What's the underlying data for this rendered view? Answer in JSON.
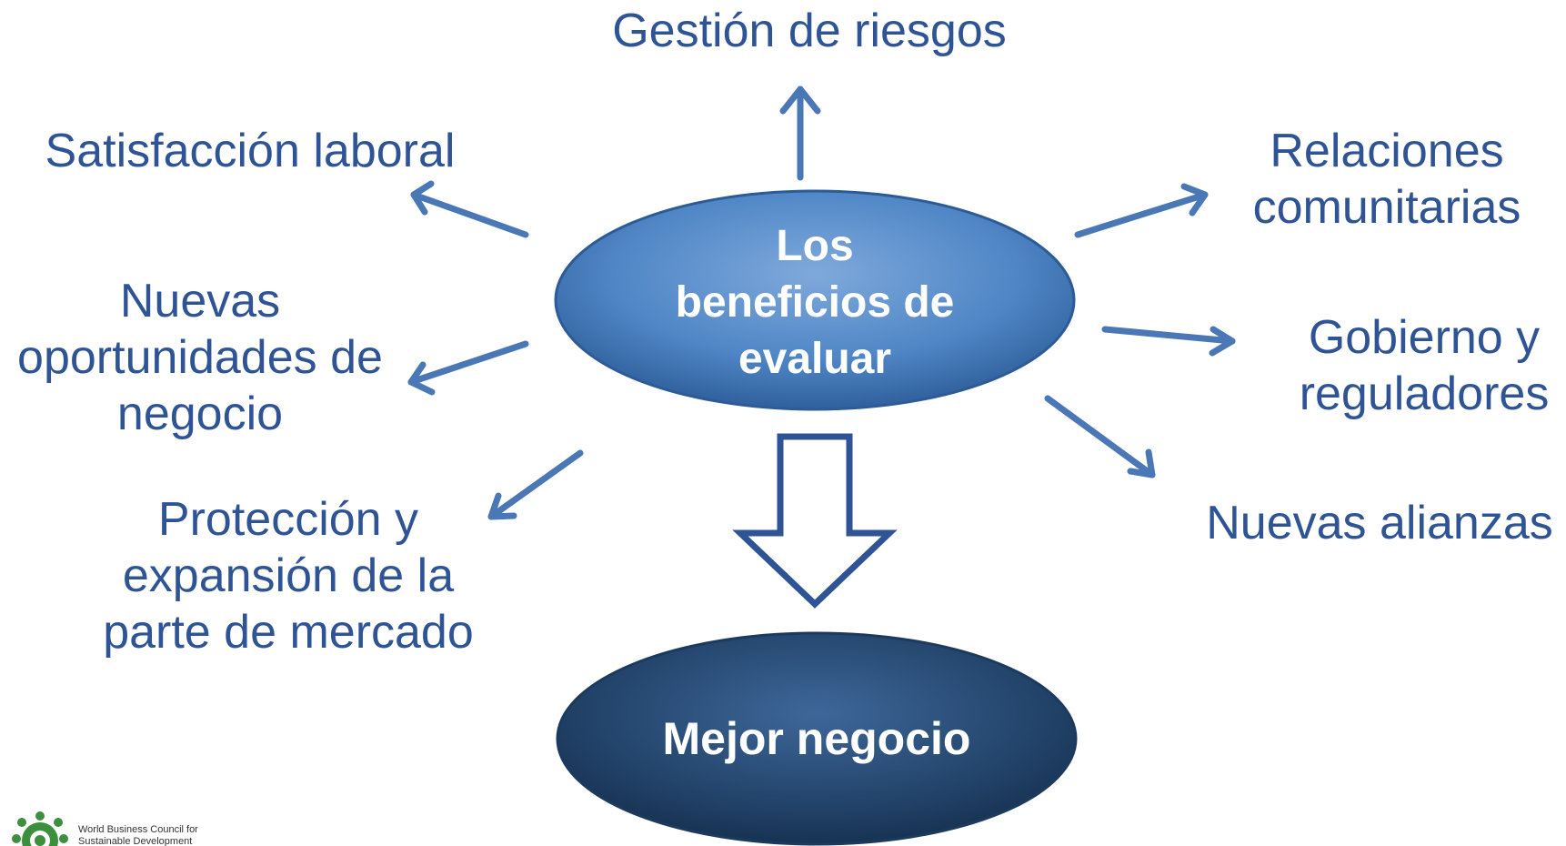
{
  "diagram": {
    "center": {
      "label": "Los\nbeneficios de\nevaluar"
    },
    "bottom": {
      "label": "Mejor negocio"
    },
    "benefits": {
      "risk": "Gestión de riesgos",
      "job_satisfaction": "Satisfacción laboral",
      "community_relations": "Relaciones\ncomunitarias",
      "new_business": "Nuevas\noportunidades de\nnegocio",
      "government": "Gobierno y\nreguladores",
      "market_share": "Protección y\nexpansión de la\nparte de mercado",
      "alliances": "Nuevas alianzas"
    }
  },
  "logo": {
    "text": "World Business Council for\nSustainable Development"
  },
  "colors": {
    "text": "#2F5496",
    "arrow": "#4A77B5",
    "center_fill": "#4F86C6",
    "bottom_fill": "#25476F"
  }
}
